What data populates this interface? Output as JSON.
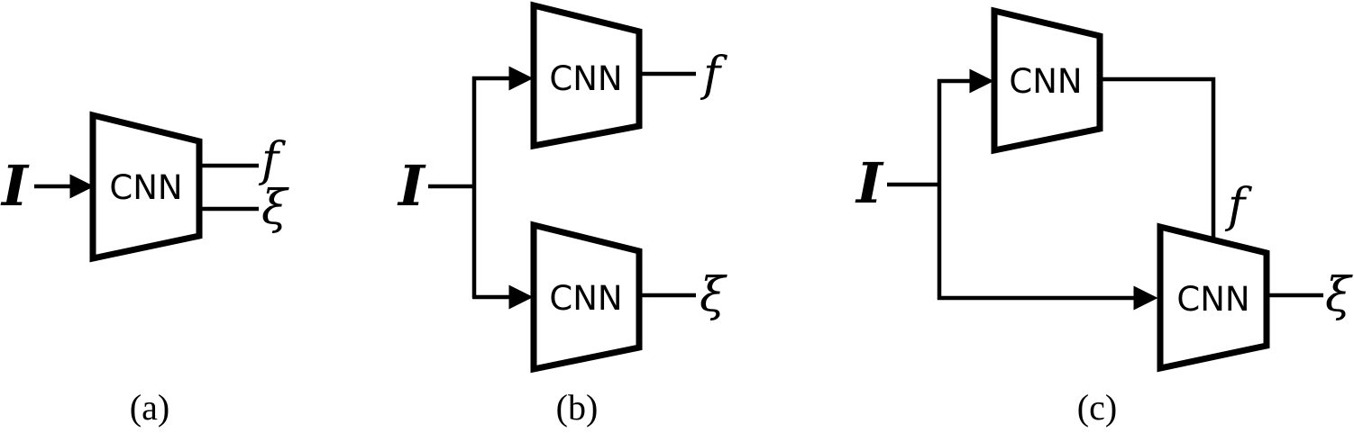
{
  "panels": {
    "a": {
      "caption": "(a)",
      "input": "I",
      "network": "CNN",
      "output_f": "f",
      "output_xi": "ξ"
    },
    "b": {
      "caption": "(b)",
      "input": "I",
      "network_top": "CNN",
      "network_bottom": "CNN",
      "output_f": "f",
      "output_xi": "ξ"
    },
    "c": {
      "caption": "(c)",
      "input": "I",
      "network_top": "CNN",
      "network_bottom": "CNN",
      "output_f": "f",
      "output_xi": "ξ"
    }
  },
  "colors": {
    "stroke": "#000000",
    "background": "#ffffff"
  }
}
